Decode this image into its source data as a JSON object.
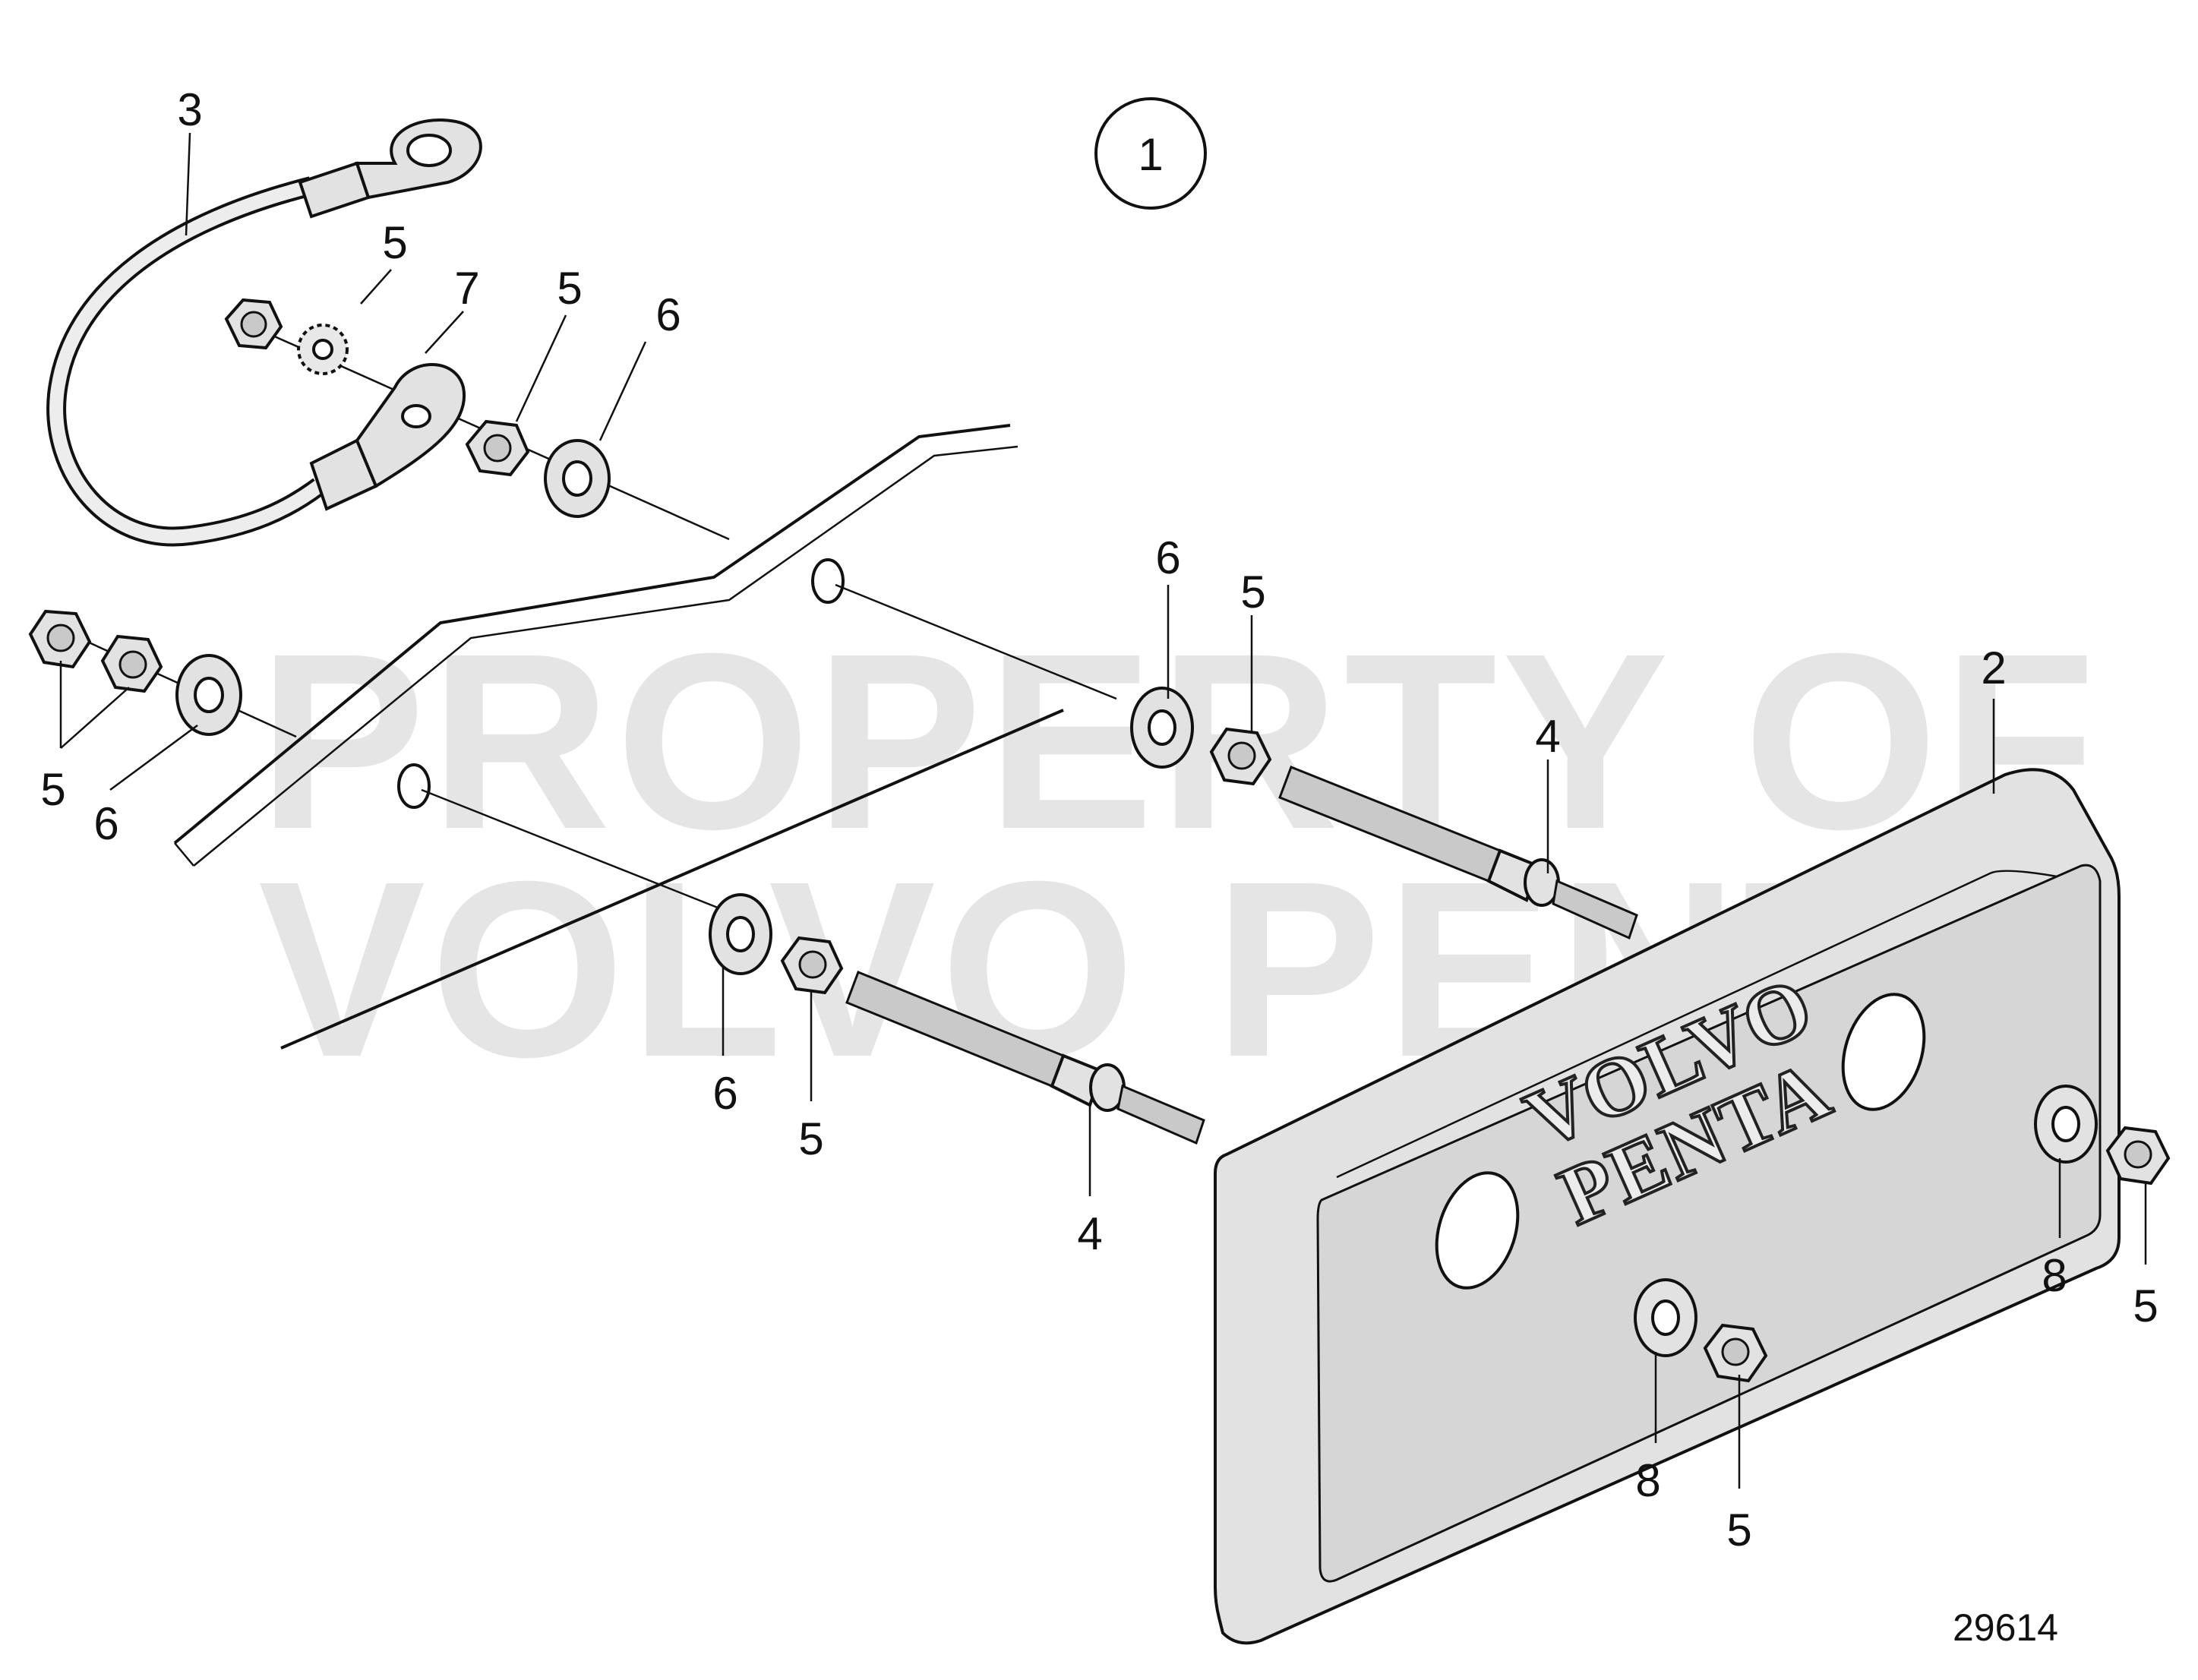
{
  "diagram": {
    "view_marker": "1",
    "drawing_number": "29614",
    "watermark_lines": [
      "PROPERTY OF",
      "VOLVO PENTA"
    ],
    "logo_lines": [
      "VOLVO",
      "PENTA"
    ],
    "callouts": [
      {
        "id": "c3",
        "label": "3"
      },
      {
        "id": "c5a",
        "label": "5"
      },
      {
        "id": "c7",
        "label": "7"
      },
      {
        "id": "c5b",
        "label": "5"
      },
      {
        "id": "c6a",
        "label": "6"
      },
      {
        "id": "c5c",
        "label": "5"
      },
      {
        "id": "c6b",
        "label": "6"
      },
      {
        "id": "c6c",
        "label": "6"
      },
      {
        "id": "c5d",
        "label": "5"
      },
      {
        "id": "c4a",
        "label": "4"
      },
      {
        "id": "c2",
        "label": "2"
      },
      {
        "id": "c6d",
        "label": "6"
      },
      {
        "id": "c5e",
        "label": "5"
      },
      {
        "id": "c4b",
        "label": "4"
      },
      {
        "id": "c8a",
        "label": "8"
      },
      {
        "id": "c5f",
        "label": "5"
      },
      {
        "id": "c8b",
        "label": "8"
      },
      {
        "id": "c5g",
        "label": "5"
      }
    ]
  }
}
